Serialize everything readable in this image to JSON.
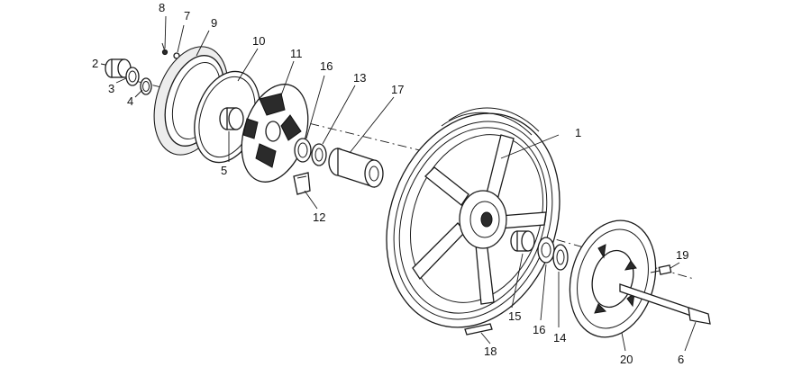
{
  "callouts": {
    "c1": "1",
    "c2": "2",
    "c3": "3",
    "c4": "4",
    "c5": "5",
    "c6": "6",
    "c7": "7",
    "c8": "8",
    "c9": "9",
    "c10": "10",
    "c11": "11",
    "c12": "12",
    "c13": "13",
    "c14": "14",
    "c15": "15",
    "c16a": "16",
    "c16b": "16",
    "c17": "17",
    "c18": "18",
    "c19": "19",
    "c20": "20"
  },
  "colors": {
    "line": "#1a1a1a",
    "background": "#ffffff",
    "shading": "#ededed"
  }
}
